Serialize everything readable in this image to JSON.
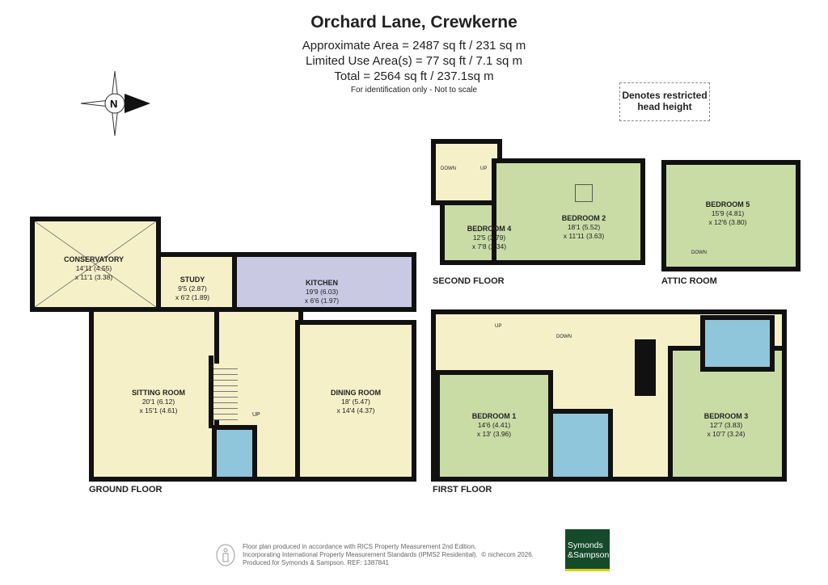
{
  "header": {
    "title": "Orchard Lane, Crewkerne",
    "approx_area": "Approximate Area = 2487 sq ft / 231 sq m",
    "limited_use": "Limited Use Area(s) = 77 sq ft / 7.1 sq m",
    "total": "Total = 2564 sq ft / 237.1sq m",
    "note": "For identification only - Not to scale"
  },
  "legend": {
    "restricted": "Denotes restricted head height"
  },
  "compass": {
    "label": "N"
  },
  "floors": {
    "ground": "GROUND FLOOR",
    "first": "FIRST FLOOR",
    "second": "SECOND FLOOR",
    "attic": "ATTIC ROOM"
  },
  "rooms": {
    "conservatory": {
      "name": "CONSERVATORY",
      "d1": "14'11 (4.55)",
      "d2": "x 11'1 (3.38)"
    },
    "study": {
      "name": "STUDY",
      "d1": "9'5 (2.87)",
      "d2": "x 6'2 (1.89)"
    },
    "kitchen": {
      "name": "KITCHEN",
      "d1": "19'9 (6.03)",
      "d2": "x 6'6 (1.97)"
    },
    "sitting": {
      "name": "SITTING ROOM",
      "d1": "20'1 (6.12)",
      "d2": "x 15'1 (4.61)"
    },
    "dining": {
      "name": "DINING ROOM",
      "d1": "18' (5.47)",
      "d2": "x 14'4 (4.37)"
    },
    "bed1": {
      "name": "BEDROOM 1",
      "d1": "14'6 (4.41)",
      "d2": "x 13' (3.96)"
    },
    "bed2": {
      "name": "BEDROOM 2",
      "d1": "18'1 (5.52)",
      "d2": "x 11'11 (3.63)"
    },
    "bed3": {
      "name": "BEDROOM 3",
      "d1": "12'7 (3.83)",
      "d2": "x 10'7 (3.24)"
    },
    "bed4": {
      "name": "BEDROOM 4",
      "d1": "12'5 (3.79)",
      "d2": "x 7'8 (2.34)"
    },
    "bed5": {
      "name": "BEDROOM 5",
      "d1": "15'9 (4.81)",
      "d2": "x 12'6 (3.80)"
    }
  },
  "stairs": {
    "up": "UP",
    "down": "DOWN"
  },
  "footer": {
    "line1": "Floor plan produced in accordance with RICS Property Measurement 2nd Edition,",
    "line2": "Incorporating International Property Measurement Standards (IPMS2 Residential).",
    "copyright": "© nichecom 2026.",
    "line3": "Produced for Symonds & Sampson.   REF:  1387841"
  },
  "logo": {
    "line1": "Symonds",
    "line2": "&Sampson",
    "color": "#154a2a"
  }
}
